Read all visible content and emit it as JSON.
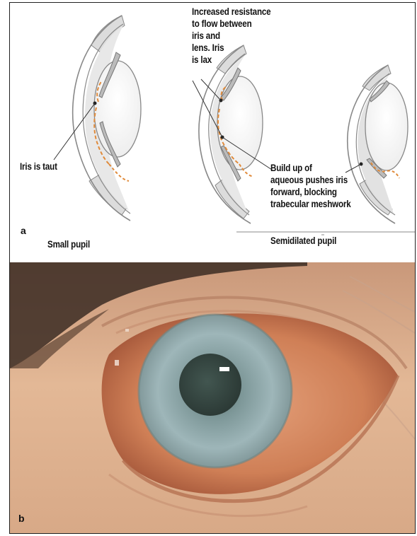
{
  "panel_a": {
    "letter": "a",
    "labels": {
      "increased_resistance": "Increased resistance\nto flow between\niris and\nlens. Iris\nis lax",
      "iris_taut": "Iris is taut",
      "build_up": "Build up of\naqueous pushes iris\nforward, blocking\ntrabecular meshwork",
      "small_pupil": "Small pupil",
      "semidilated_pupil": "Semidilated pupil"
    }
  },
  "panel_b": {
    "letter": "b"
  },
  "colors": {
    "outline": "#8a8a8a",
    "iris_orange": "#e08a3a",
    "eye_fill": "#e6e6e6",
    "skin": "#d99a72",
    "iris_blue": "#8fa9ae"
  }
}
